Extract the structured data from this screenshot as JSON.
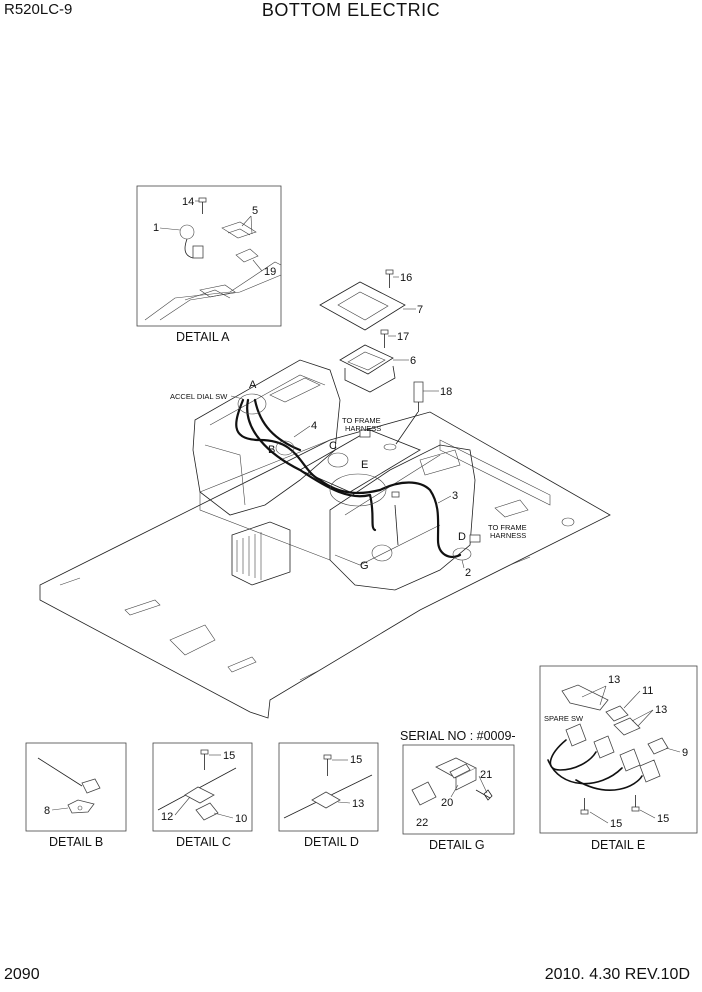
{
  "header": {
    "model": "R520LC-9",
    "title": "BOTTOM ELECTRIC"
  },
  "footer": {
    "page_number": "2090",
    "date_revision": "2010. 4.30  REV.10D"
  },
  "main_view": {
    "callouts": [
      "1",
      "2",
      "3",
      "4",
      "5",
      "6",
      "7",
      "8",
      "9",
      "10",
      "11",
      "12",
      "13",
      "14",
      "15",
      "16",
      "17",
      "18",
      "19",
      "20",
      "21",
      "22"
    ],
    "detail_markers": [
      "A",
      "B",
      "C",
      "D",
      "E",
      "G"
    ],
    "annotations": {
      "accel_dial_sw": "ACCEL DIAL SW",
      "to_frame_harness_1": "TO FRAME",
      "to_frame_harness_2": "HARNESS"
    },
    "part_labels": {
      "p2": "2",
      "p3": "3",
      "p4": "4",
      "p6": "6",
      "p7": "7",
      "p16": "16",
      "p17": "17",
      "p18": "18"
    }
  },
  "details": {
    "a": {
      "caption": "DETAIL A",
      "labels": [
        "14",
        "1",
        "5",
        "19"
      ]
    },
    "b": {
      "caption": "DETAIL B",
      "labels": [
        "8"
      ]
    },
    "c": {
      "caption": "DETAIL C",
      "labels": [
        "15",
        "12",
        "10"
      ]
    },
    "d": {
      "caption": "DETAIL D",
      "labels": [
        "15",
        "13"
      ]
    },
    "g": {
      "caption": "DETAIL G",
      "serial": "SERIAL NO : #0009-",
      "labels": [
        "21",
        "20",
        "22"
      ]
    },
    "e": {
      "caption": "DETAIL E",
      "spare": "SPARE SW",
      "labels": [
        "13",
        "11",
        "13",
        "9",
        "15",
        "15"
      ]
    }
  }
}
